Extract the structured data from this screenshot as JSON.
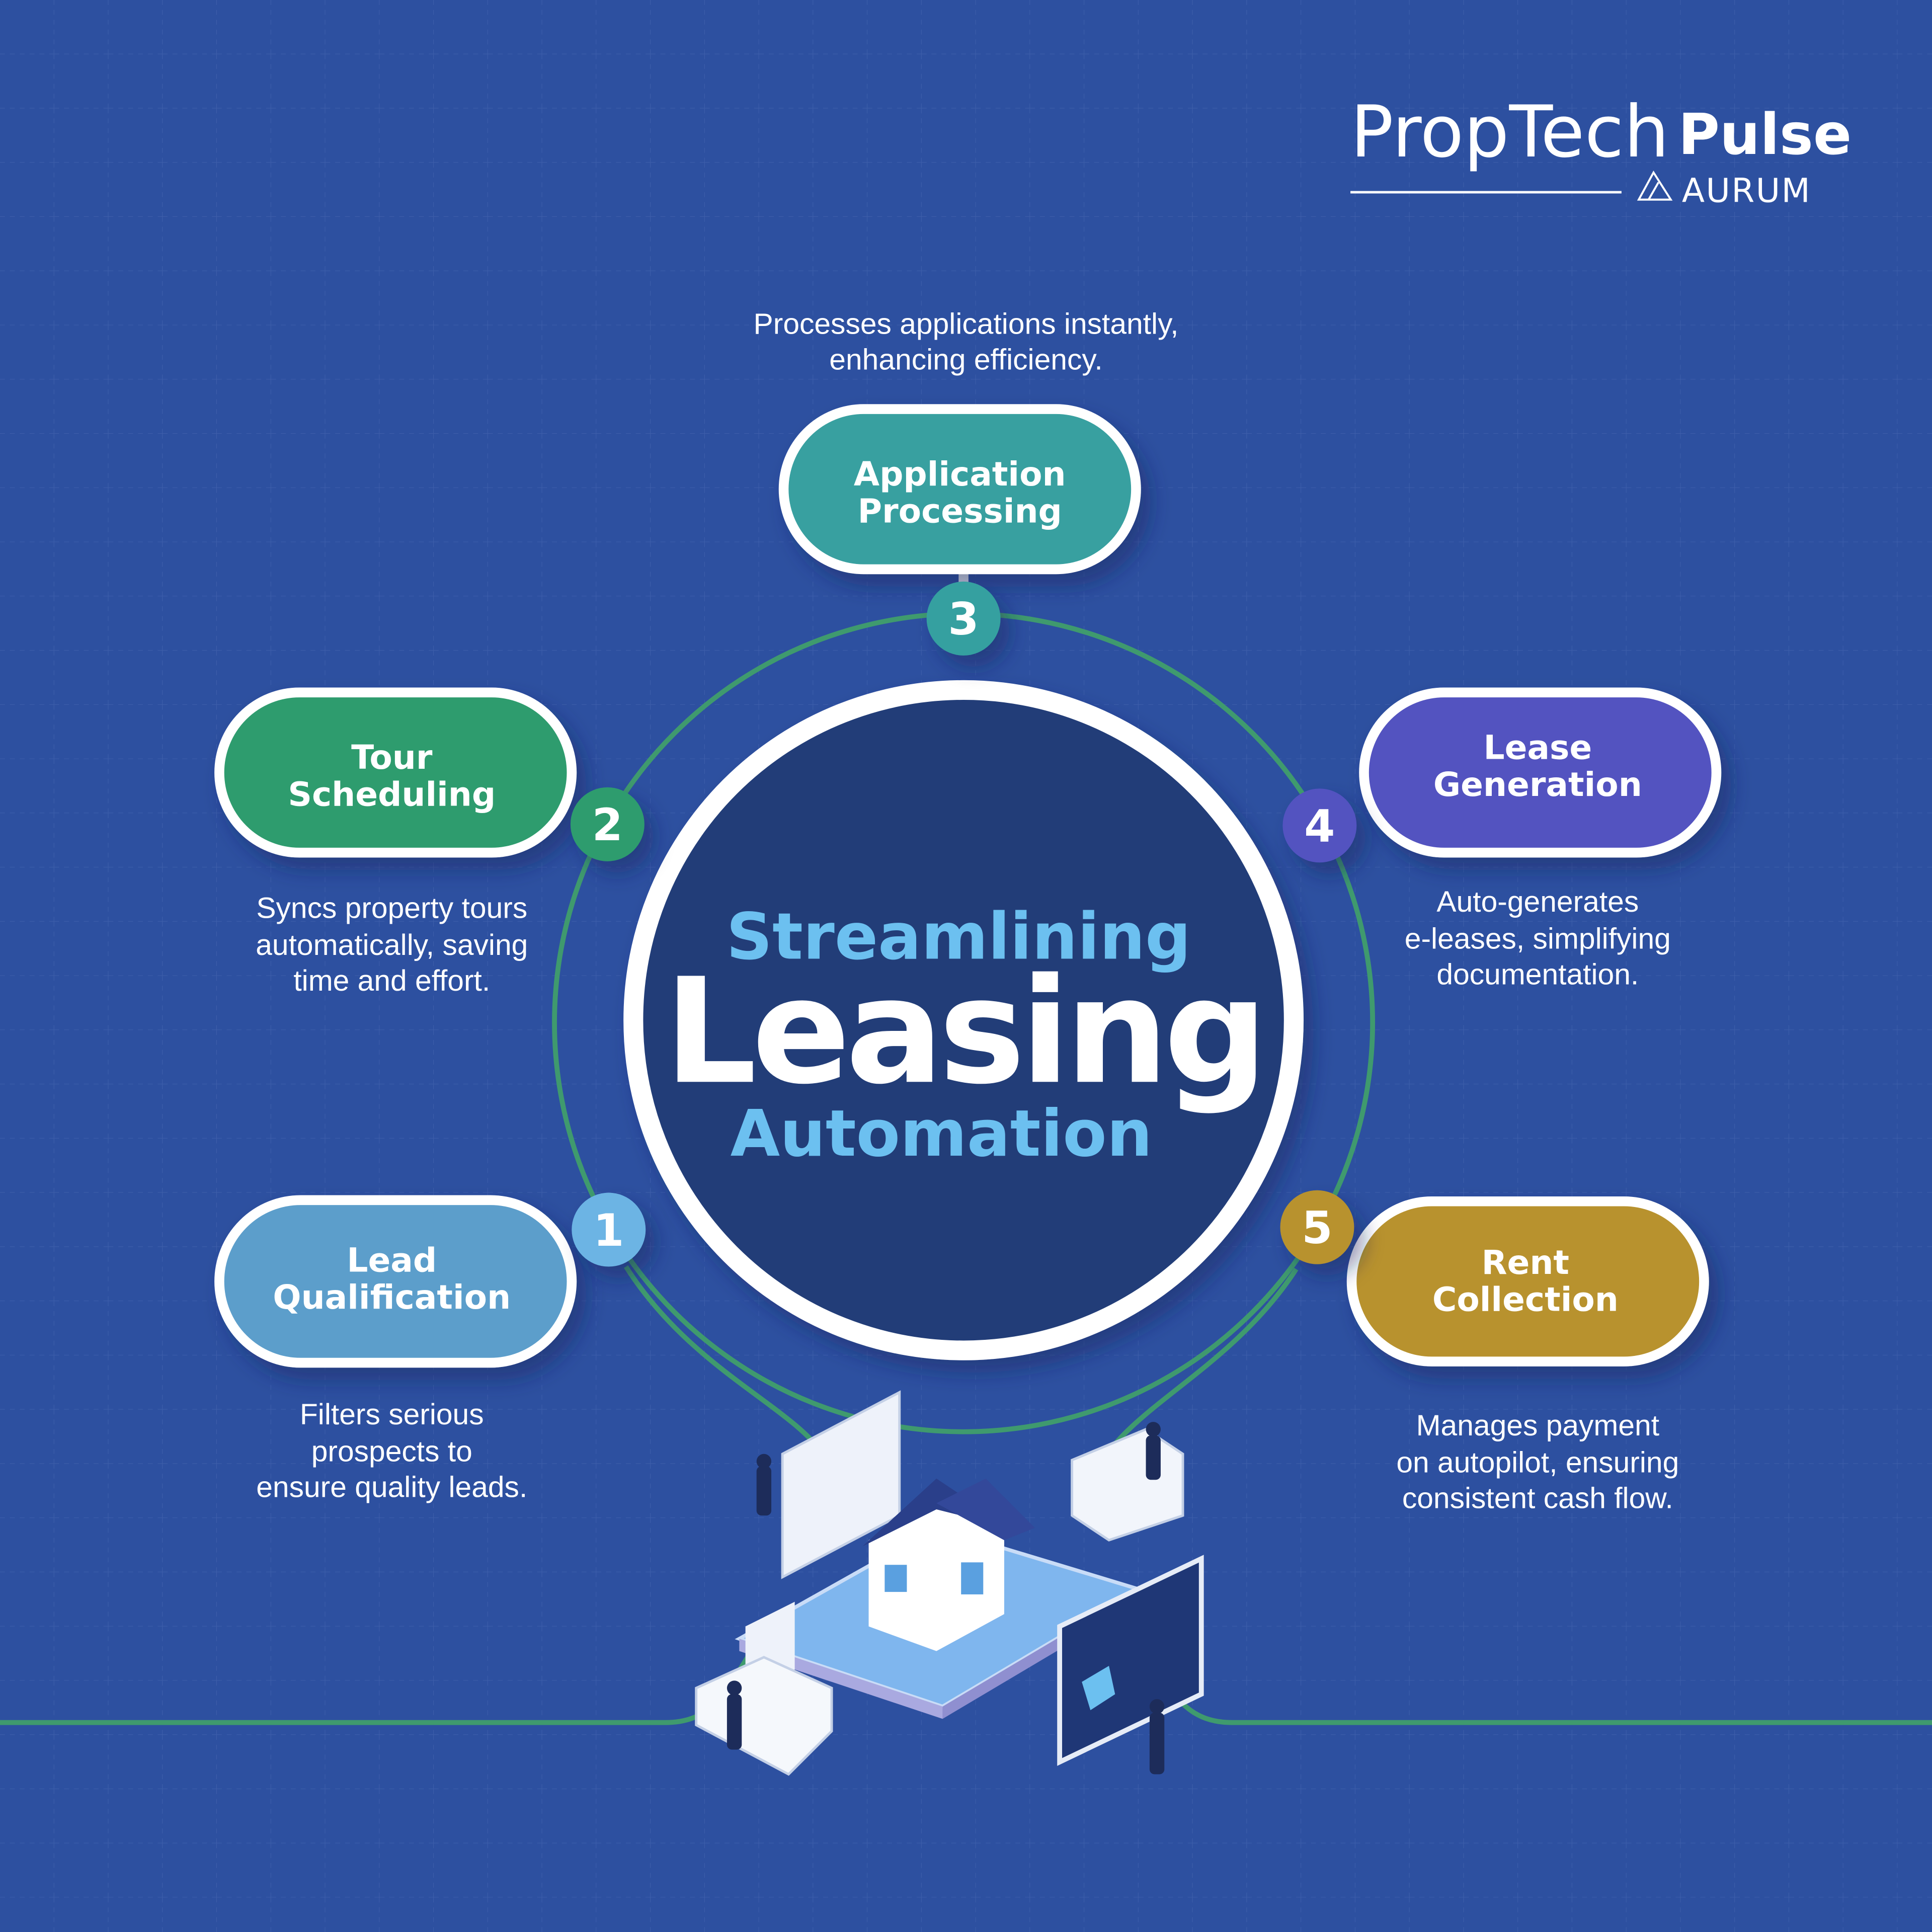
{
  "brand": {
    "name_light": "PropTech",
    "name_bold": "Pulse",
    "sub": "AURUM"
  },
  "center": {
    "line1": "Streamlining",
    "line2": "Leasing",
    "line3": "Automation"
  },
  "steps": [
    {
      "number": "1",
      "title": [
        "Lead",
        "Qualification"
      ],
      "desc": [
        "Filters serious",
        "prospects to",
        "ensure quality leads."
      ],
      "color": "#5b9ecb",
      "badge_color": "#6cb4e4"
    },
    {
      "number": "2",
      "title": [
        "Tour",
        "Scheduling"
      ],
      "desc": [
        "Syncs property tours",
        "automatically, saving",
        "time and effort."
      ],
      "color": "#2e9c6e",
      "badge_color": "#2e9c6e"
    },
    {
      "number": "3",
      "title": [
        "Application",
        "Processing"
      ],
      "desc": [
        "Processes applications instantly,",
        "enhancing efficiency."
      ],
      "color": "#38a0a0",
      "badge_color": "#35a0a0"
    },
    {
      "number": "4",
      "title": [
        "Lease",
        "Generation"
      ],
      "desc": [
        "Auto-generates",
        "e-leases, simplifying",
        "documentation."
      ],
      "color": "#5352c0",
      "badge_color": "#5252c0"
    },
    {
      "number": "5",
      "title": [
        "Rent",
        "Collection"
      ],
      "desc": [
        "Manages payment",
        "on autopilot, ensuring",
        "consistent cash flow."
      ],
      "color": "#b8922e",
      "badge_color": "#b8922e"
    }
  ],
  "colors": {
    "background": "#2d50a0",
    "center_fill": "#223e78",
    "ring": "#3f9a6e",
    "accent_text": "#6cc0f0"
  }
}
